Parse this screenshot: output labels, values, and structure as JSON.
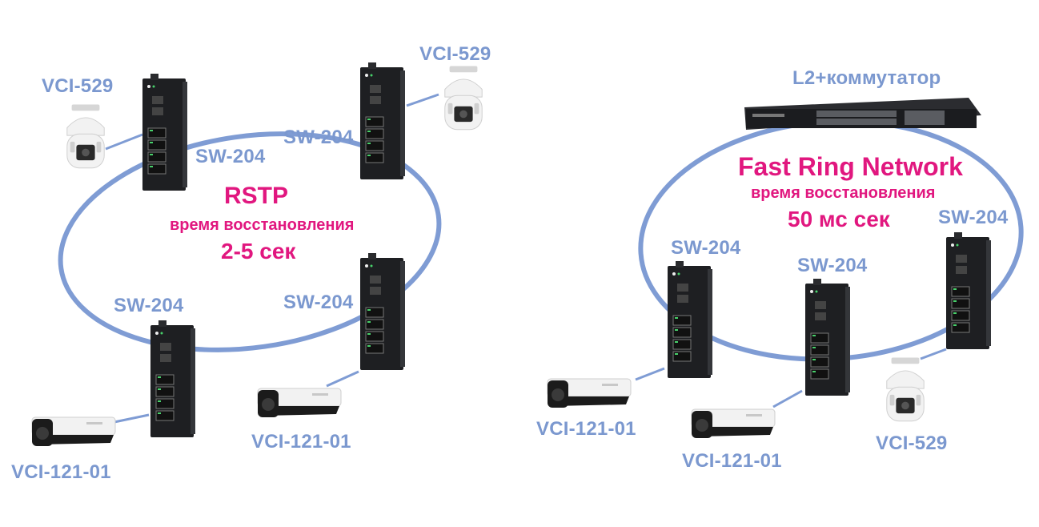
{
  "colors": {
    "ring": "#7f9cd4",
    "label": "#7b98cf",
    "title": "#e1177f",
    "switch_body": "#1e1f22",
    "camera_body": "#efefef"
  },
  "left": {
    "protocol": "RSTP",
    "recovery_label": "время восстановления",
    "recovery_time": "2-5 сек",
    "labels": {
      "cam_tl": "VCI-529",
      "cam_tr": "VCI-529",
      "cam_bl": "VCI-121-01",
      "cam_br": "VCI-121-01",
      "sw_tl": "SW-204",
      "sw_tr": "SW-204",
      "sw_bl": "SW-204",
      "sw_br": "SW-204"
    }
  },
  "right": {
    "core_switch": "L2+коммутатор",
    "protocol": "Fast Ring Network",
    "recovery_label": "время восстановления",
    "recovery_time": "50 мс сек",
    "labels": {
      "sw_left": "SW-204",
      "sw_mid": "SW-204",
      "sw_right": "SW-204",
      "cam_left": "VCI-121-01",
      "cam_mid": "VCI-121-01",
      "cam_right": "VCI-529"
    }
  },
  "icons": [
    "ring-icon",
    "din-switch-icon",
    "dome-camera-icon",
    "bullet-camera-icon",
    "rack-switch-icon"
  ]
}
